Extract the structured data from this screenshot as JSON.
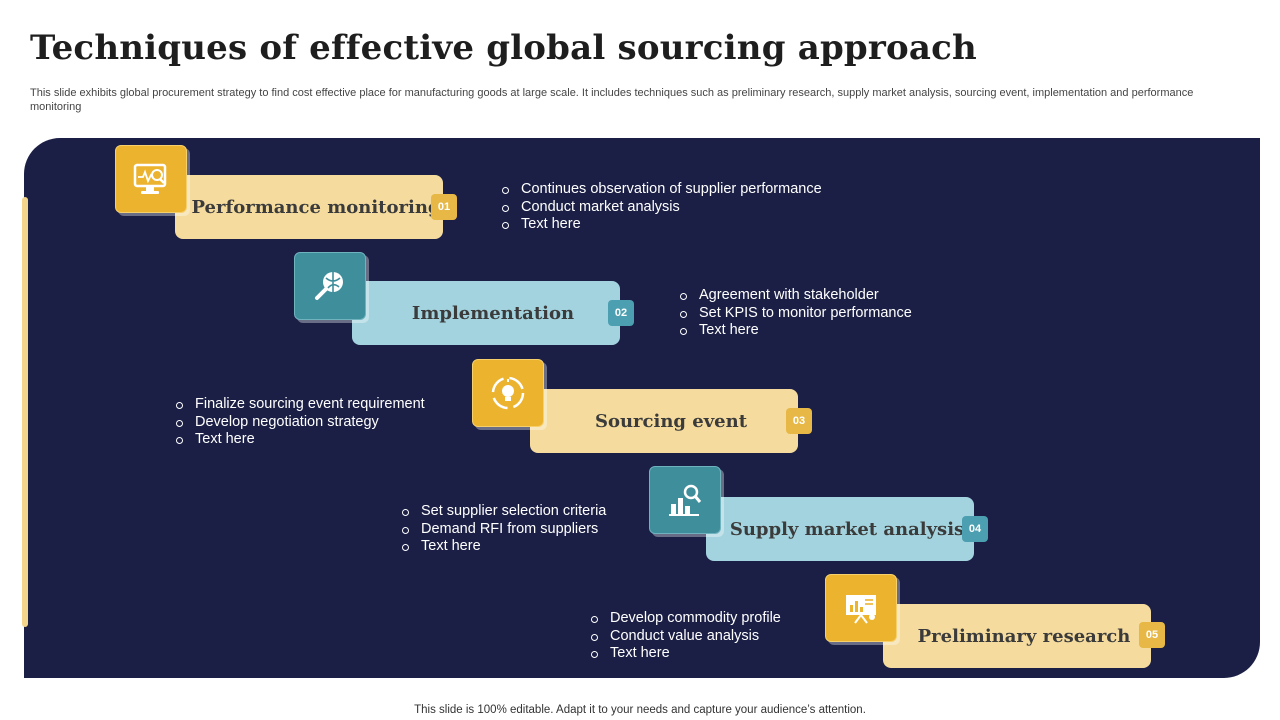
{
  "title": "Techniques of effective global sourcing approach",
  "subtitle": "This slide exhibits global procurement strategy to find cost effective place for manufacturing goods at large scale. It includes techniques such as preliminary research, supply market analysis, sourcing event, implementation and performance monitoring",
  "steps": [
    {
      "label": "Performance monitoring",
      "number": "01",
      "icon": "monitor-magnifier-icon",
      "bullets": [
        "Continues observation of supplier performance",
        "Conduct market analysis",
        "Text here"
      ]
    },
    {
      "label": "Implementation",
      "number": "02",
      "icon": "magnifier-globe-icon",
      "bullets": [
        "Agreement with stakeholder",
        "Set KPIS to monitor performance",
        "Text here"
      ]
    },
    {
      "label": "Sourcing event",
      "number": "03",
      "icon": "lightbulb-cycle-icon",
      "bullets": [
        "Finalize  sourcing event requirement",
        "Develop negotiation strategy",
        "Text here"
      ]
    },
    {
      "label": "Supply market analysis",
      "number": "04",
      "icon": "bar-chart-magnifier-icon",
      "bullets": [
        "Set supplier selection criteria",
        "Demand RFI from suppliers",
        "Text here"
      ]
    },
    {
      "label": "Preliminary research",
      "number": "05",
      "icon": "presentation-board-icon",
      "bullets": [
        "Develop commodity profile",
        "Conduct value analysis",
        "Text here"
      ]
    }
  ],
  "footer": "This slide is 100% editable. Adapt it to your needs and capture your audience’s attention.",
  "colors": {
    "panel": "#1b1f45",
    "yellow": "#f5dc9e",
    "teal": "#a3d3de",
    "icon_yellow": "#ecb32e",
    "icon_teal": "#3e8e9c"
  }
}
